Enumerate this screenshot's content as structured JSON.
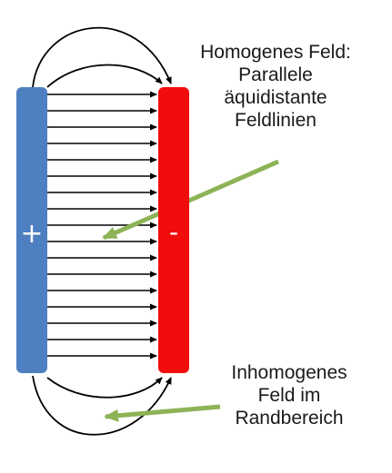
{
  "plates": {
    "positive": {
      "sign": "+",
      "color": "#4e7fc0"
    },
    "negative": {
      "sign": "-",
      "color": "#f20d0d"
    }
  },
  "field_lines": {
    "parallel_count": 17,
    "color": "#000000"
  },
  "pointer_color": "#8db356",
  "labels": {
    "homogeneous": {
      "line1": "Homogenes Feld:",
      "line2": "Parallele",
      "line3": "äquidistante",
      "line4": "Feldlinien"
    },
    "inhomogeneous": {
      "line1": "Inhomogenes",
      "line2": "Feld im",
      "line3": "Randbereich"
    }
  }
}
